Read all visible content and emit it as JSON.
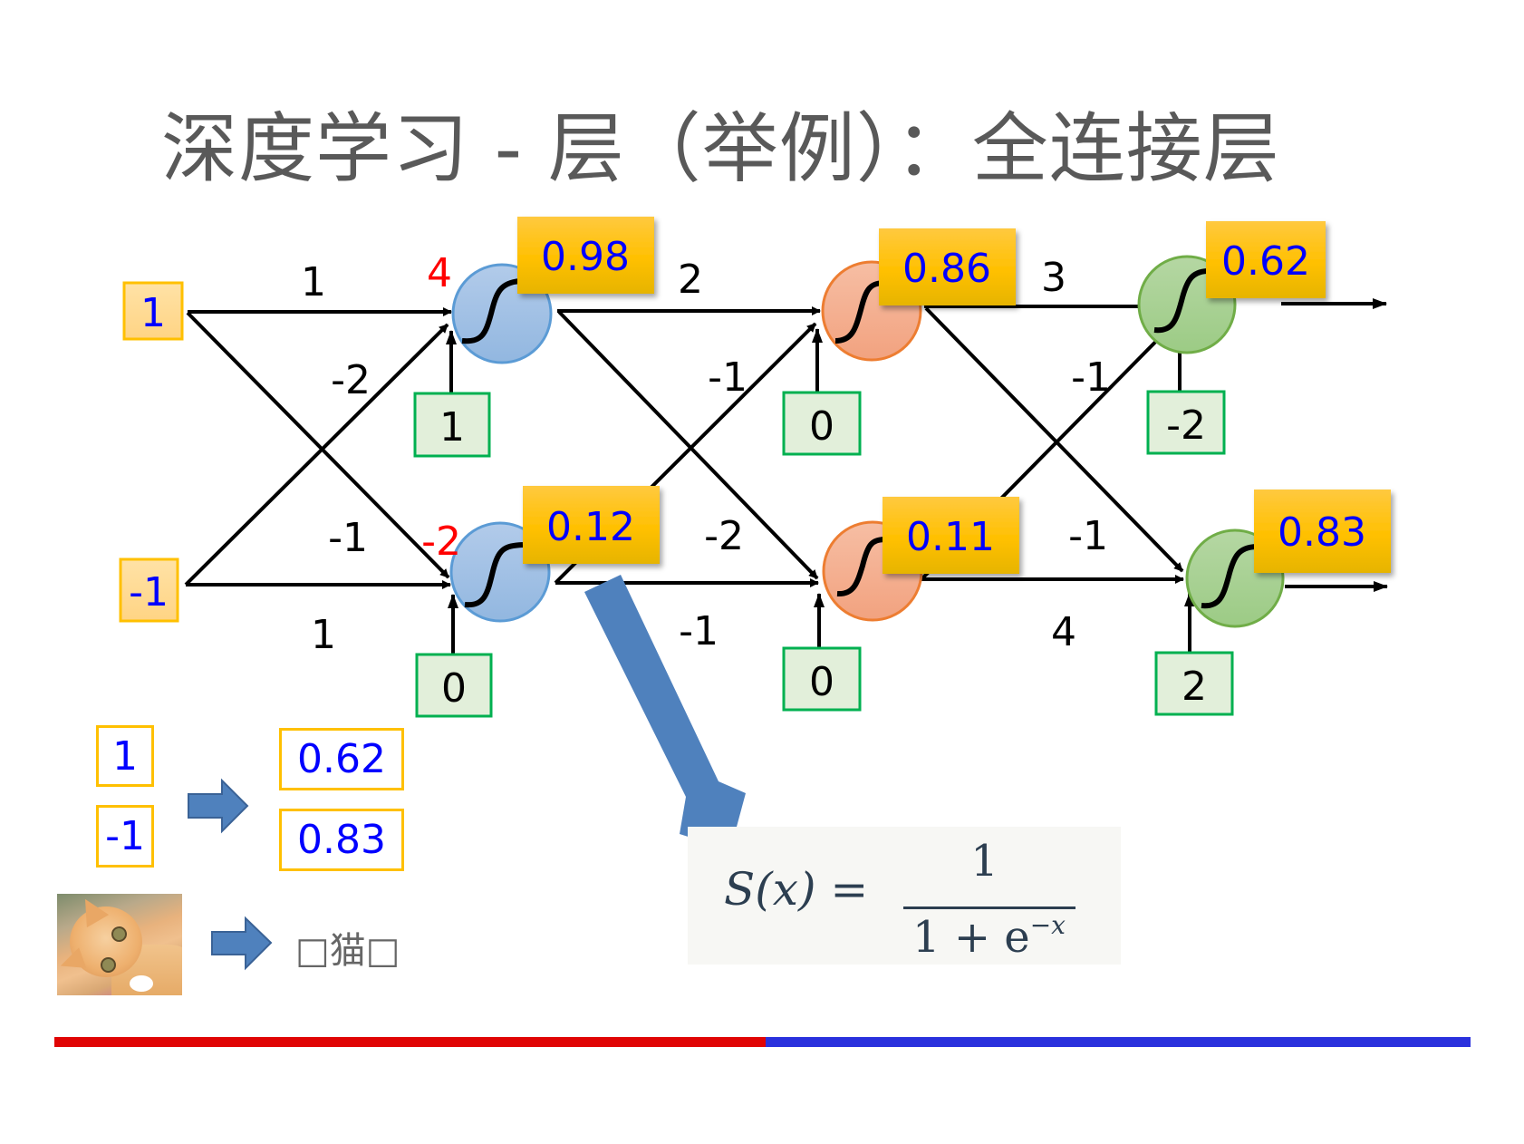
{
  "slide": {
    "title": "深度学习 - 层（举例）：全连接层",
    "colors": {
      "title": "#595959",
      "value_text": "#0000ff",
      "sum_text": "#ff0000",
      "value_box": "#ffc000",
      "bias_box_fill": "#e2efda",
      "bias_box_border": "#00b050",
      "layer1_neuron": "#9dc3e6",
      "layer2_neuron": "#f4b183",
      "layer3_neuron": "#a9d18e",
      "big_arrow": "#4f81bd",
      "bottom_bar_left": "#e00404",
      "bottom_bar_right": "#2a31dd"
    }
  },
  "network": {
    "inputs": [
      {
        "value": "1"
      },
      {
        "value": "-1"
      }
    ],
    "layer1": {
      "weights": {
        "in1_to_n1": "1",
        "in2_to_n1": "-2",
        "in1_to_n2": "-1",
        "in2_to_n2": "1"
      },
      "sums": {
        "n1": "4",
        "n2": "-2"
      },
      "biases": {
        "n1": "1",
        "n2": "0"
      },
      "outputs": {
        "n1": "0.98",
        "n2": "0.12"
      }
    },
    "layer2": {
      "weights": {
        "n1_to_m1": "2",
        "n2_to_m1": "-1",
        "n1_to_m2": "-2",
        "n2_to_m2": "-1"
      },
      "biases": {
        "m1": "0",
        "m2": "0"
      },
      "outputs": {
        "m1": "0.86",
        "m2": "0.11"
      }
    },
    "layer3": {
      "weights": {
        "m1_to_o1": "3",
        "m2_to_o1": "-1",
        "m1_to_o2": "-1",
        "m2_to_o2": "4"
      },
      "biases": {
        "o1": "-2",
        "o2": "2"
      },
      "outputs": {
        "o1": "0.62",
        "o2": "0.83"
      }
    }
  },
  "summary": {
    "inputs": [
      "1",
      "-1"
    ],
    "outputs": [
      "0.62",
      "0.83"
    ],
    "cat_result": "□猫□"
  },
  "formula": {
    "lhs": "S(x) =",
    "numerator": "1",
    "denominator": "1 + e",
    "exponent": "−x"
  }
}
